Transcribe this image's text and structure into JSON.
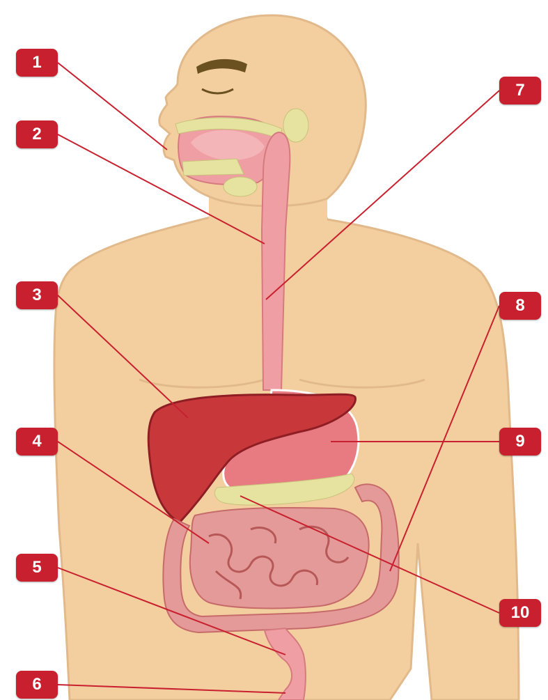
{
  "labels": [
    {
      "id": "1",
      "text": "1"
    },
    {
      "id": "2",
      "text": "2"
    },
    {
      "id": "3",
      "text": "3"
    },
    {
      "id": "4",
      "text": "4"
    },
    {
      "id": "5",
      "text": "5"
    },
    {
      "id": "6",
      "text": "6"
    },
    {
      "id": "7",
      "text": "7"
    },
    {
      "id": "8",
      "text": "8"
    },
    {
      "id": "9",
      "text": "9"
    },
    {
      "id": "10",
      "text": "10"
    }
  ],
  "colors": {
    "skin": "#f3cfa0",
    "skin_outline": "#e2b98a",
    "organ_pink": "#ef9fa3",
    "liver": "#c8383b",
    "stomach": "#e87b82",
    "intestine": "#e49a98",
    "gland": "#e6e3a0",
    "badge": "#c8202e",
    "pointer_line": "#c8202e",
    "hair": "#6b5020"
  },
  "icons": {
    "figure": "human-digestive-system-illustration"
  }
}
